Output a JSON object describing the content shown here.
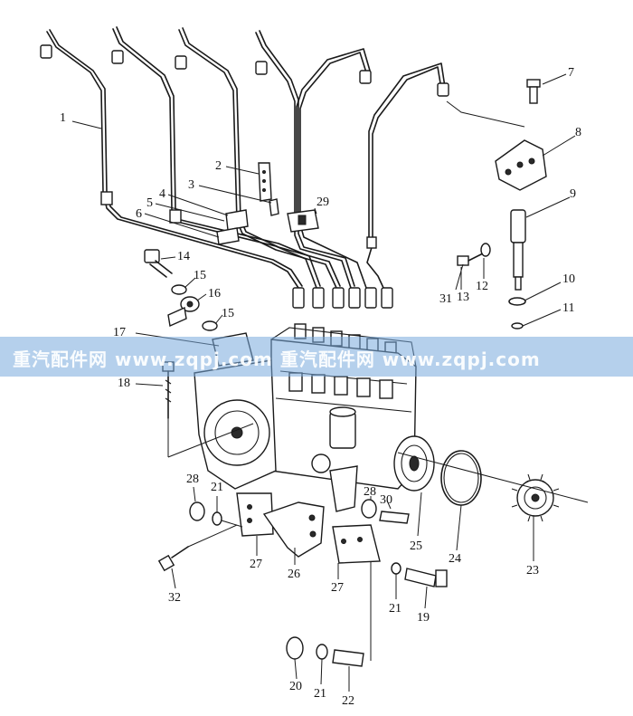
{
  "callouts": [
    {
      "id": "1",
      "label": "1"
    },
    {
      "id": "2",
      "label": "2"
    },
    {
      "id": "3",
      "label": "3"
    },
    {
      "id": "4",
      "label": "4"
    },
    {
      "id": "5",
      "label": "5"
    },
    {
      "id": "6",
      "label": "6"
    },
    {
      "id": "7",
      "label": "7"
    },
    {
      "id": "8",
      "label": "8"
    },
    {
      "id": "9",
      "label": "9"
    },
    {
      "id": "10",
      "label": "10"
    },
    {
      "id": "11",
      "label": "11"
    },
    {
      "id": "12",
      "label": "12"
    },
    {
      "id": "13",
      "label": "13"
    },
    {
      "id": "14",
      "label": "14"
    },
    {
      "id": "15a",
      "label": "15"
    },
    {
      "id": "15b",
      "label": "15"
    },
    {
      "id": "16",
      "label": "16"
    },
    {
      "id": "17",
      "label": "17"
    },
    {
      "id": "18",
      "label": "18"
    },
    {
      "id": "19",
      "label": "19"
    },
    {
      "id": "20",
      "label": "20"
    },
    {
      "id": "21a",
      "label": "21"
    },
    {
      "id": "21b",
      "label": "21"
    },
    {
      "id": "21c",
      "label": "21"
    },
    {
      "id": "22",
      "label": "22"
    },
    {
      "id": "23",
      "label": "23"
    },
    {
      "id": "24",
      "label": "24"
    },
    {
      "id": "25",
      "label": "25"
    },
    {
      "id": "26",
      "label": "26"
    },
    {
      "id": "27a",
      "label": "27"
    },
    {
      "id": "27b",
      "label": "27"
    },
    {
      "id": "28a",
      "label": "28"
    },
    {
      "id": "28b",
      "label": "28"
    },
    {
      "id": "29",
      "label": "29"
    },
    {
      "id": "30",
      "label": "30"
    },
    {
      "id": "31",
      "label": "31"
    },
    {
      "id": "32",
      "label": "32"
    }
  ],
  "watermark": {
    "text": "重汽配件网  www.zqpj.com  重汽配件网  www.zqpj.com"
  }
}
